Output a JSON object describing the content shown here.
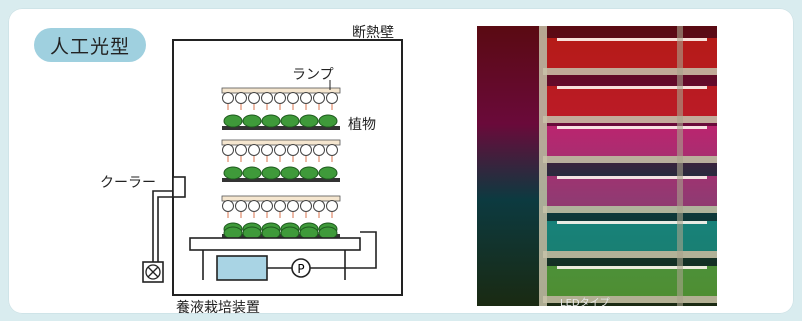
{
  "badge": {
    "label": "人工光型"
  },
  "diagram": {
    "wall_label": "断熱壁",
    "lamp_label": "ランプ",
    "plant_label": "植物",
    "cooler_label": "クーラー",
    "system_label": "養液栽培装置",
    "pump_symbol": "P"
  },
  "photo": {
    "caption": "LEDタイプ",
    "light_colors": [
      "#ff2a1a",
      "#ff3a9a",
      "#1fbfb0",
      "#7be04a"
    ]
  }
}
